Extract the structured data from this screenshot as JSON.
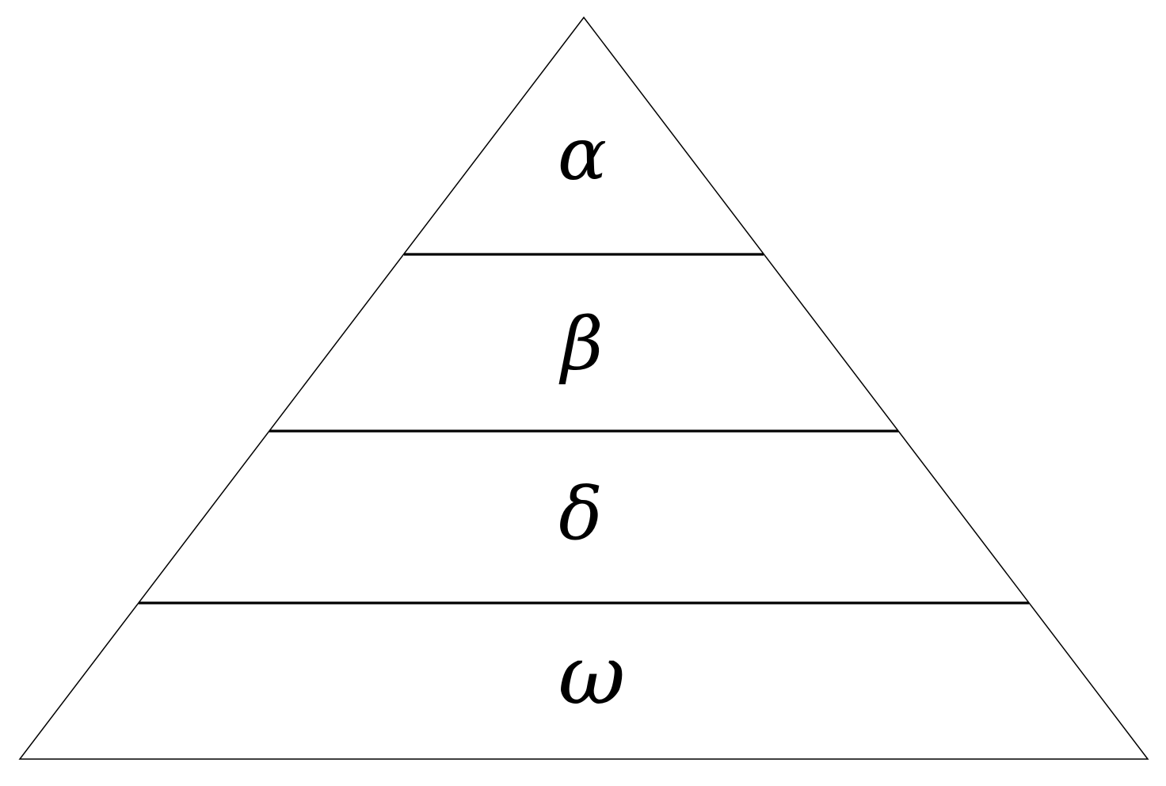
{
  "diagram": {
    "type": "pyramid",
    "tiers": [
      {
        "label": "α"
      },
      {
        "label": "β"
      },
      {
        "label": "δ"
      },
      {
        "label": "ω"
      }
    ],
    "colors": {
      "background": "#ffffff",
      "stroke": "#000000",
      "text": "#000000"
    }
  }
}
